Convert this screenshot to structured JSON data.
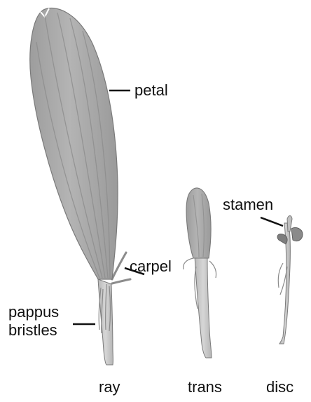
{
  "figure": {
    "labels": {
      "petal": "petal",
      "carpel": "carpel",
      "pappus": "pappus",
      "bristles": "bristles",
      "stamen": "stamen"
    },
    "florets": {
      "ray": "ray",
      "trans": "trans",
      "disc": "disc"
    },
    "colors": {
      "petal_fill": "#a9a9a9",
      "petal_vein": "#8c8c8c",
      "tube_fill": "#c8c8c8",
      "outline": "#6f6f6f",
      "leader_line": "#111111",
      "text": "#111111"
    }
  }
}
